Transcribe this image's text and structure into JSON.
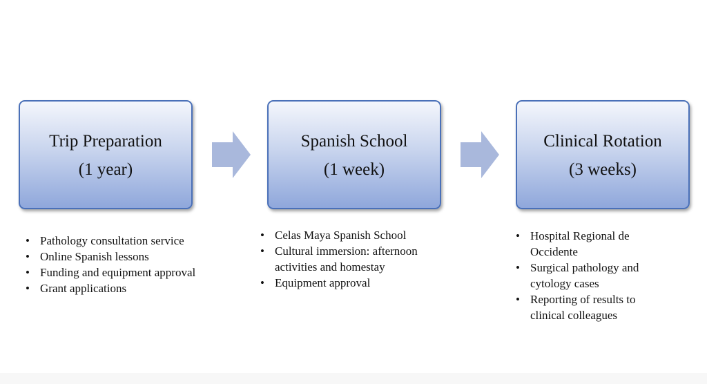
{
  "stages": [
    {
      "title": "Trip Preparation",
      "duration": "(1 year)",
      "bullets": [
        "Pathology consultation service",
        "Online Spanish lessons",
        "Funding and equipment approval",
        "Grant applications"
      ]
    },
    {
      "title": "Spanish School",
      "duration": "(1 week)",
      "bullets": [
        "Celas Maya Spanish School",
        "Cultural immersion: afternoon activities and homestay",
        "Equipment approval"
      ]
    },
    {
      "title": "Clinical Rotation",
      "duration": "(3 weeks)",
      "bullets": [
        "Hospital Regional de Occidente",
        "Surgical pathology and cytology cases",
        "Reporting of results to clinical colleagues"
      ]
    }
  ],
  "colors": {
    "box_border": "#4a70b8",
    "box_gradient_top": "#f4f6fc",
    "box_gradient_bottom": "#8fa7db",
    "arrow_fill": "#a9b8dc"
  }
}
